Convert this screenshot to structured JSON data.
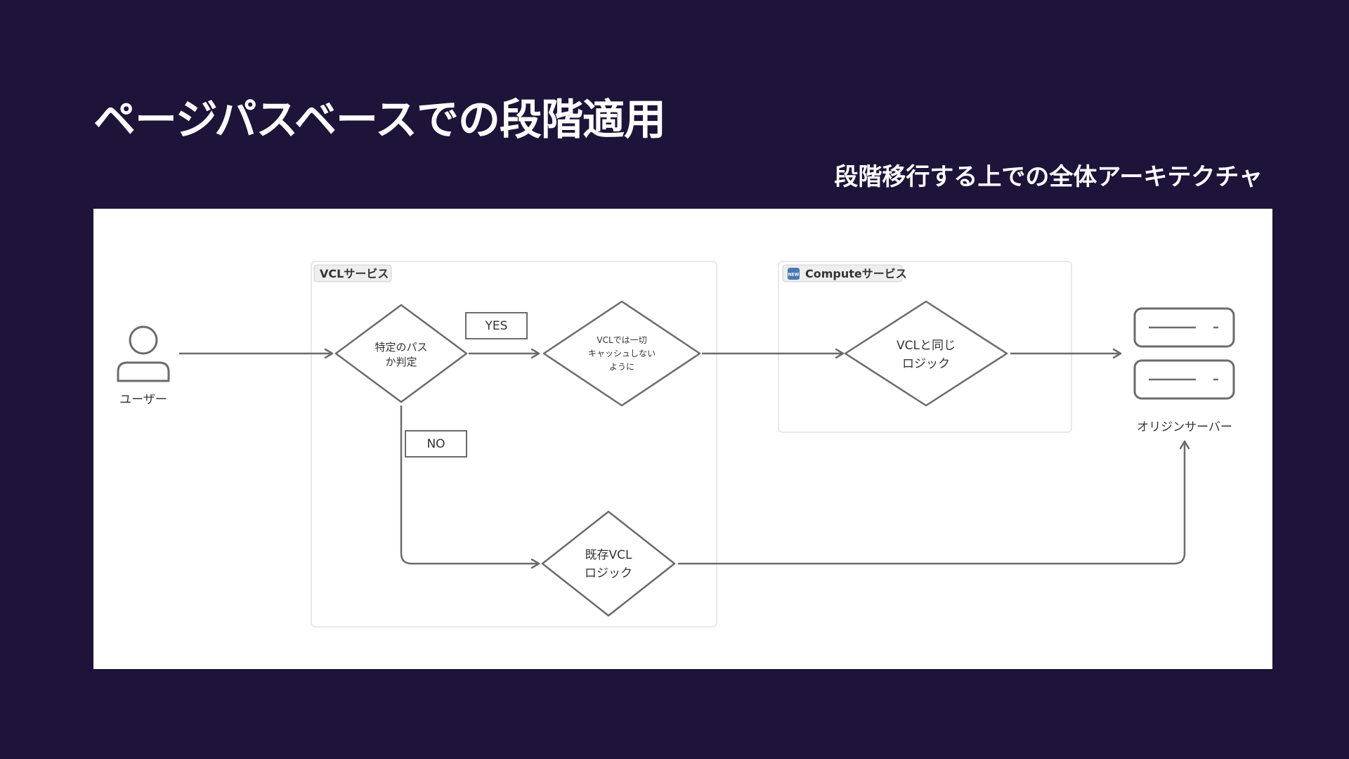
{
  "slide": {
    "title": "ページパスベースでの段階適用",
    "subtitle": "段階移行する上での全体アーキテクチャ"
  },
  "diagram": {
    "user_label": "ユーザー",
    "vcl_group_label": "VCLサービス",
    "compute_group_label": "Computeサービス",
    "compute_badge": "NEW",
    "decision_lines": [
      "特定のパス",
      "か判定"
    ],
    "yes_label": "YES",
    "no_label": "NO",
    "no_cache_lines": [
      "VCLでは一切",
      "キャッシュしない",
      "ように"
    ],
    "same_logic_lines": [
      "VCLと同じ",
      "ロジック"
    ],
    "existing_logic_lines": [
      "既存VCL",
      "ロジック"
    ],
    "origin_label": "オリジンサーバー"
  },
  "colors": {
    "background": "#1e1339",
    "panel": "#ffffff",
    "stroke": "#6b6b6b",
    "group_border": "#e2e2e2",
    "tag_fill": "#eeeeee",
    "badge": "#4a78b5"
  }
}
